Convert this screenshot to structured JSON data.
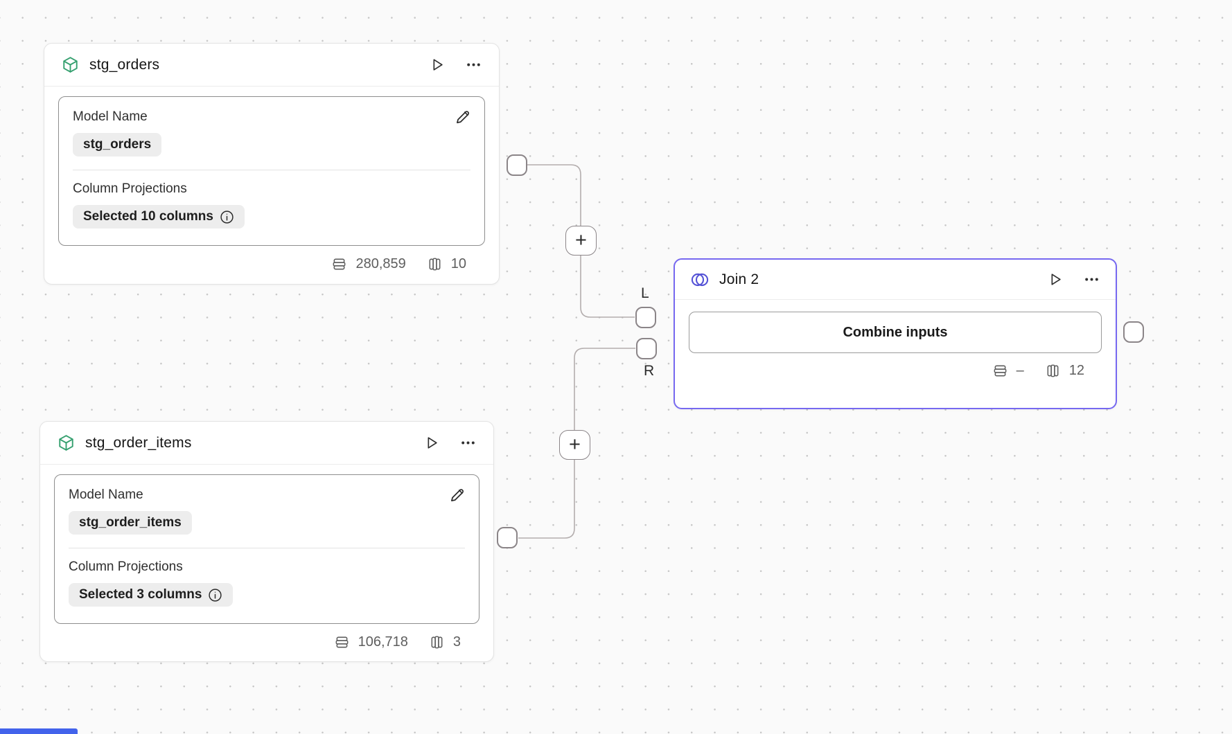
{
  "canvas": {
    "background_color": "#fafafa",
    "dot_color": "#c6c6c6",
    "edge_color": "#b3adad"
  },
  "colors": {
    "model_icon_green": "#35a06f",
    "join_accent": "#7668f0",
    "join_icon_indigo": "#5452d6",
    "inner_card_border": "#8d8d8d",
    "bottom_bar_blue": "#4263eb"
  },
  "nodes": {
    "stg_orders": {
      "title": "stg_orders",
      "fields": {
        "model_name": {
          "label": "Model Name",
          "value": "stg_orders"
        },
        "column_projections": {
          "label": "Column Projections",
          "value": "Selected 10 columns"
        }
      },
      "stats": {
        "rows": "280,859",
        "columns": "10"
      }
    },
    "stg_order_items": {
      "title": "stg_order_items",
      "fields": {
        "model_name": {
          "label": "Model Name",
          "value": "stg_order_items"
        },
        "column_projections": {
          "label": "Column Projections",
          "value": "Selected 3 columns"
        }
      },
      "stats": {
        "rows": "106,718",
        "columns": "3"
      }
    },
    "join2": {
      "title": "Join 2",
      "button_label": "Combine inputs",
      "stats": {
        "rows": "–",
        "columns": "12"
      },
      "ports": {
        "left_label": "L",
        "right_label": "R"
      }
    }
  },
  "connectors": {
    "plus_glyph": "+"
  }
}
